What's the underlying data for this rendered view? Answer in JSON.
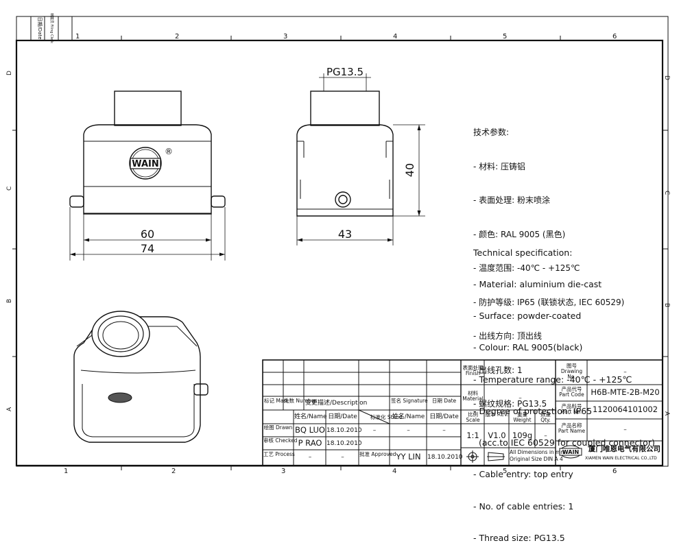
{
  "frame": {
    "filing_date_label": "日期/Date",
    "filing_check_label": "档案员 Filing Clerk",
    "columns": [
      "1",
      "2",
      "3",
      "4",
      "5",
      "6"
    ],
    "rows": [
      "D",
      "C",
      "B",
      "A"
    ]
  },
  "drawing": {
    "thread_label": "PG13.5",
    "logo_text": "WAIN",
    "registered_mark": "®",
    "dim_60": "60",
    "dim_74": "74",
    "dim_43": "43",
    "dim_40": "40"
  },
  "spec_cn": {
    "title": "技术参数:",
    "lines": [
      "- 材料: 压铸铝",
      "- 表面处理: 粉末喷涂",
      "- 颜色: RAL 9005 (黑色)",
      "- 温度范围: -40℃ - +125℃",
      "- 防护等级: IP65 (联锁状态, IEC 60529)",
      "- 出线方向: 顶出线",
      "- 出线孔数: 1",
      "- 螺纹规格: PG13.5"
    ]
  },
  "spec_en": {
    "title": "Technical specification:",
    "lines": [
      "- Material: aluminium die-cast",
      "- Surface: powder-coated",
      "- Colour: RAL 9005(black)",
      "- Temperature range: -40℃ - +125℃",
      "- Degree of protection: IP65",
      "  (acc.to IEC 60529 for coupled connector)",
      "- Cable entry: top entry",
      "- No. of cable entries: 1",
      "- Thread size: PG13.5"
    ]
  },
  "title_block": {
    "mark_label": "标记 Mark",
    "number_label": "处数 Number",
    "description_label": "变更描述/Description",
    "signature_label": "签名 Signature",
    "date_label": "日期 Date",
    "name_label": "姓名/Name",
    "date2_label": "日期/Date",
    "stand_label": "标准化 Stand.",
    "name2_label": "姓名/Name",
    "date3_label": "日期/Date",
    "drawn_label": "绘图 Drawn",
    "drawn_name": "BQ LUO",
    "drawn_date": "18.10.2010",
    "stand_value": "–",
    "stand_name_value": "–",
    "stand_date_value": "–",
    "checked_label": "审核 Checked",
    "checked_name": "P RAO",
    "checked_date": "18.10.2010",
    "process_label": "工艺 Process",
    "process_name": "–",
    "process_date": "–",
    "approved_label": "批准 Approved",
    "approved_name": "YY LIN",
    "approved_date": "18.10.2010",
    "finish_label": "表面处理 Finish",
    "finish_value": "–",
    "material_label": "材料 Material",
    "material_value": "–",
    "scale_label": "比例 Scale",
    "scale_value": "1:1",
    "rev_label": "版本 REV.",
    "rev_value": "V1.0",
    "weight_label": "重量 Weight",
    "weight_value": "109g",
    "qty_label": "数量 Qty.",
    "qty_value": "–",
    "dimensions_note_1": "All Dimensions in mm",
    "dimensions_note_2": "Original Size DIN A 4",
    "drawing_no_label": "图号 Drawing No.",
    "drawing_no_value": "–",
    "part_code_label": "产品代号 Part Code",
    "part_code_value": "H6B-MTE-2B-M20",
    "part_no_label": "产品料号 Part No.",
    "part_no_value": "1120064101002",
    "part_name_label": "产品名称 Part Name",
    "part_name_value": "–",
    "company_logo": "WAIN",
    "company_cn": "厦门唯恩电气有限公司",
    "company_en": "XIAMEN WAIN ELECTRICAL CO.,LTD"
  }
}
